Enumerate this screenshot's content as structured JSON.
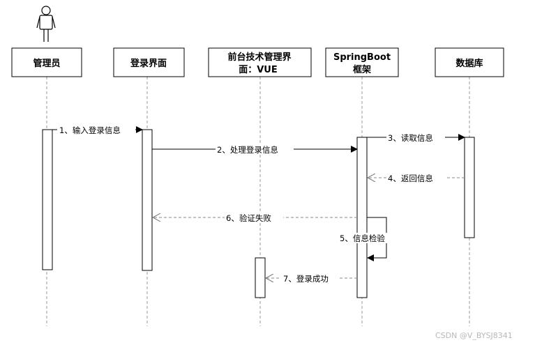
{
  "participants": {
    "admin": "管理员",
    "login_ui": "登录界面",
    "frontend_line1": "前台技术管理界",
    "frontend_line2": "面：VUE",
    "backend_line1": "SpringBoot",
    "backend_line2": "框架",
    "database": "数据库"
  },
  "messages": {
    "m1": "1、输入登录信息",
    "m2": "2、处理登录信息",
    "m3": "3、读取信息",
    "m4": "4、返回信息",
    "m5": "5、信息检验",
    "m6": "6、验证失败",
    "m7": "7、登录成功"
  },
  "watermark": "CSDN @V_BYSJ8341",
  "colors": {
    "line": "#000000",
    "lifeline": "#9a9a9a",
    "return_arrow": "#8a8a8a",
    "watermark": "#b8b8b8"
  }
}
